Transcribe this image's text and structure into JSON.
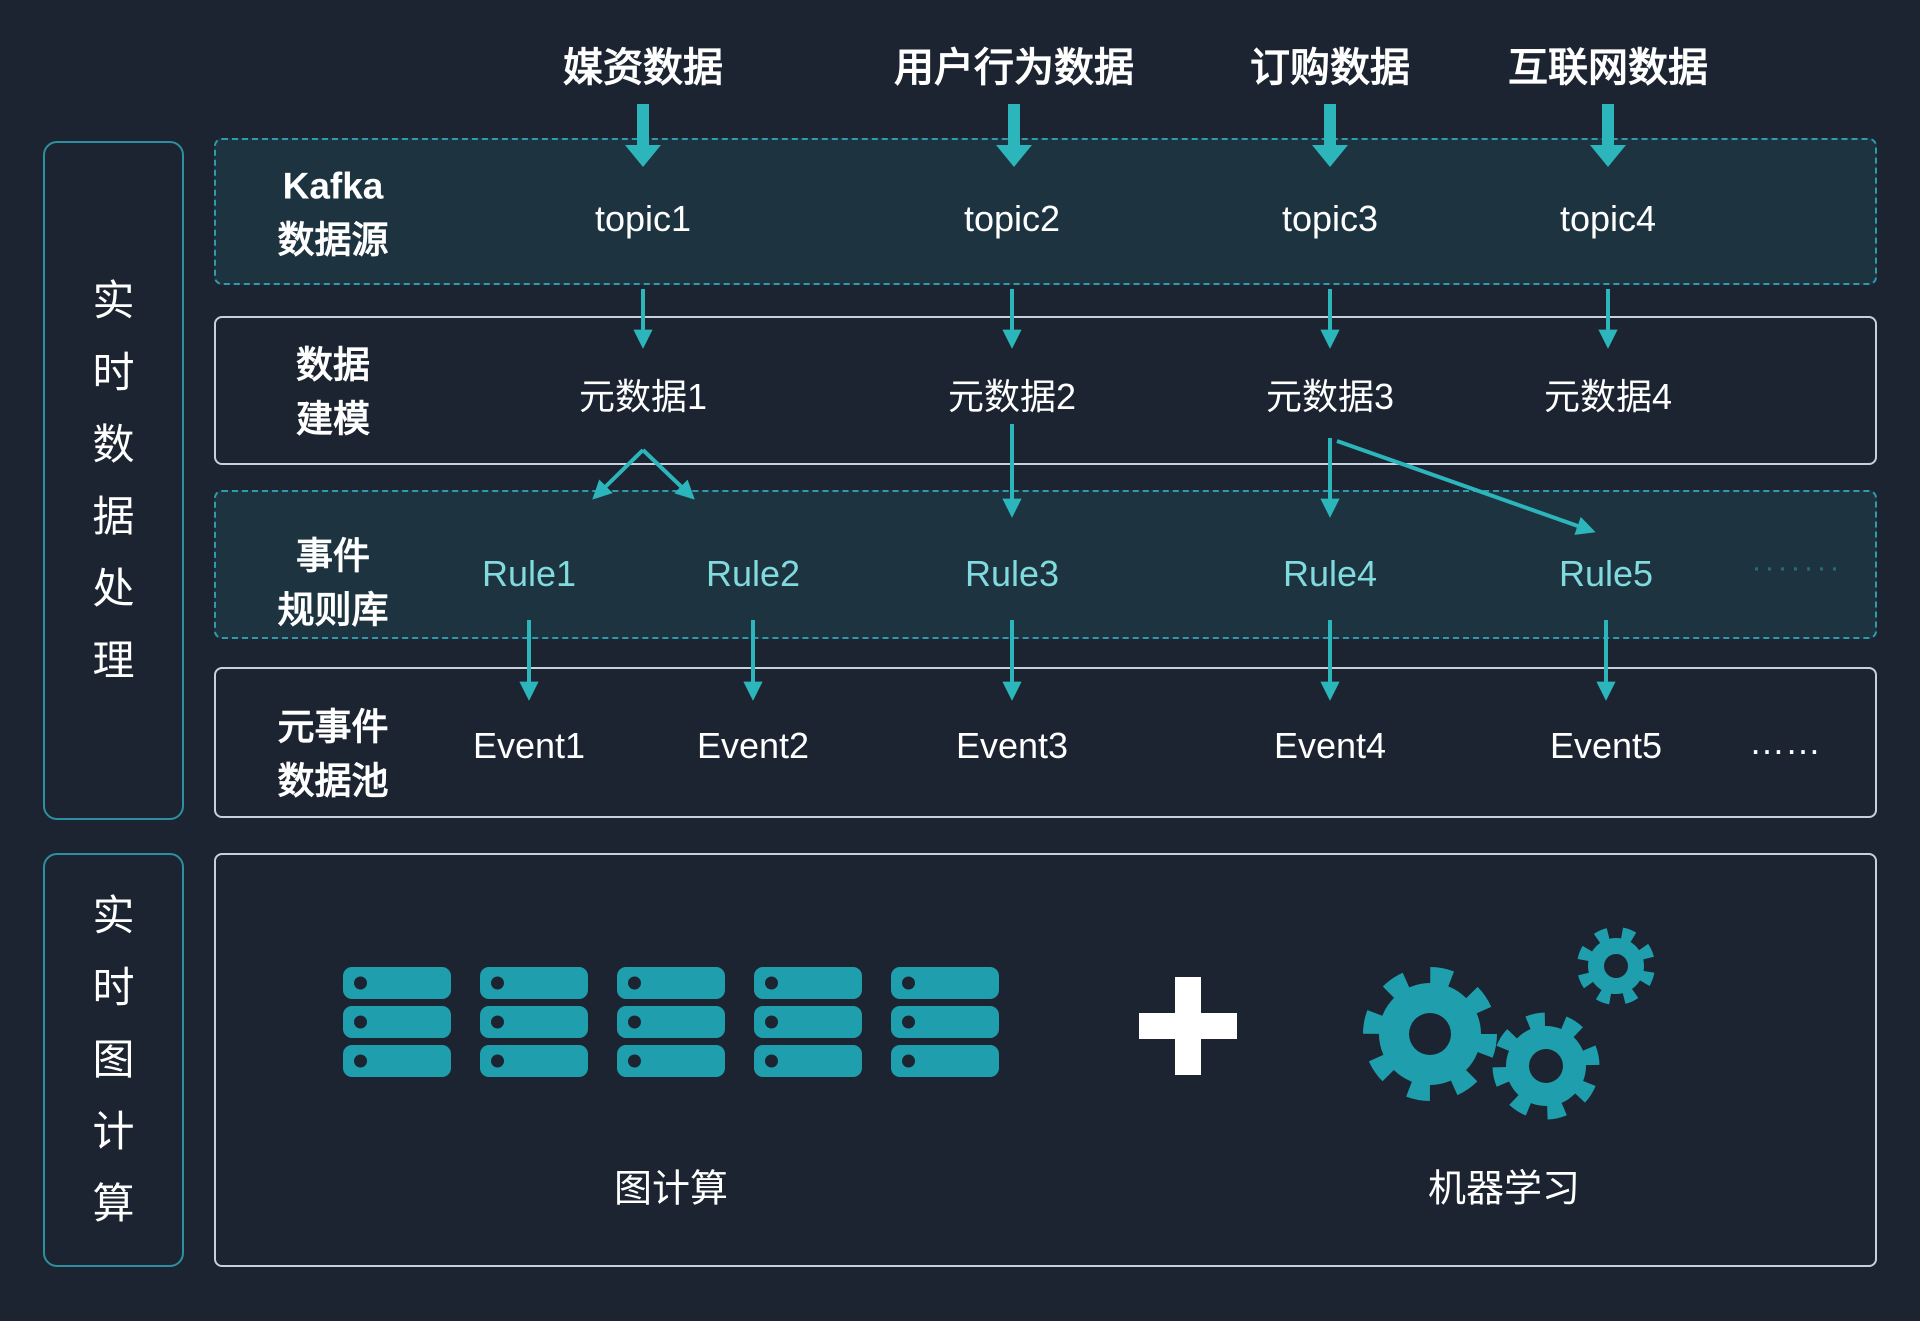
{
  "colors": {
    "background": "#1b2430",
    "accent": "#2cb5ba",
    "teal_fill": "#1f9fae",
    "rule_text": "#80dade",
    "white": "#ffffff"
  },
  "icons": {
    "plus_icon": "+",
    "gear_icon": "⚙",
    "server_icon": "▤",
    "arrow_icon": "↓"
  },
  "sources": [
    {
      "label": "媒资数据"
    },
    {
      "label": "用户行为数据"
    },
    {
      "label": "订购数据"
    },
    {
      "label": "互联网数据"
    }
  ],
  "side_panels": {
    "processing": {
      "chars": [
        "实",
        "时",
        "数",
        "据",
        "处",
        "理"
      ]
    },
    "graph_compute": {
      "chars": [
        "实",
        "时",
        "图",
        "计",
        "算"
      ]
    }
  },
  "kafka_row": {
    "label_line1": "Kafka",
    "label_line2": "数据源",
    "items": [
      {
        "label": "topic1"
      },
      {
        "label": "topic2"
      },
      {
        "label": "topic3"
      },
      {
        "label": "topic4"
      }
    ]
  },
  "modeling_row": {
    "label_line1": "数据",
    "label_line2": "建模",
    "items": [
      {
        "label": "元数据1"
      },
      {
        "label": "元数据2"
      },
      {
        "label": "元数据3"
      },
      {
        "label": "元数据4"
      }
    ]
  },
  "rules_row": {
    "label_line1": "事件",
    "label_line2": "规则库",
    "items": [
      {
        "label": "Rule1"
      },
      {
        "label": "Rule2"
      },
      {
        "label": "Rule3"
      },
      {
        "label": "Rule4"
      },
      {
        "label": "Rule5"
      }
    ],
    "ellipsis": "·······"
  },
  "events_row": {
    "label_line1": "元事件",
    "label_line2": "数据池",
    "items": [
      {
        "label": "Event1"
      },
      {
        "label": "Event2"
      },
      {
        "label": "Event3"
      },
      {
        "label": "Event4"
      },
      {
        "label": "Event5"
      }
    ],
    "ellipsis": "……"
  },
  "bottom_section": {
    "graph_label": "图计算",
    "ml_label": "机器学习",
    "plus": "+"
  }
}
